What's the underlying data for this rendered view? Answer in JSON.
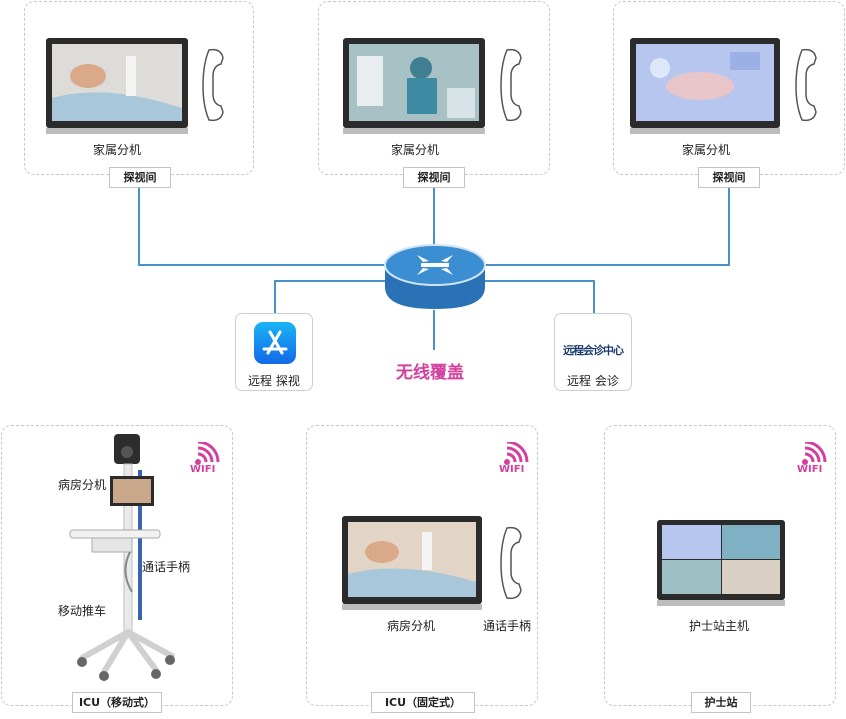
{
  "rooms": [
    {
      "monitor_label": "家属分机",
      "tag": "探视间"
    },
    {
      "monitor_label": "家属分机",
      "tag": "探视间"
    },
    {
      "monitor_label": "家属分机",
      "tag": "探视间"
    }
  ],
  "center": {
    "wireless_label": "无线覆盖"
  },
  "remote_visit": {
    "label": "远程 探视"
  },
  "remote_consult": {
    "label": "远程 会诊",
    "logo_text": "远程会诊中心"
  },
  "icu_mobile": {
    "tag": "ICU（移动式）",
    "ward_unit": "病房分机",
    "handset": "通话手柄",
    "cart": "移动推车",
    "wifi": "WIFI"
  },
  "icu_fixed": {
    "tag": "ICU（固定式）",
    "ward_unit": "病房分机",
    "handset": "通话手柄",
    "wifi": "WIFI"
  },
  "nurse_station": {
    "tag": "护士站",
    "host": "护士站主机",
    "wifi": "WIFI"
  },
  "colors": {
    "line": "#4a90c8",
    "accent": "#d43f9e",
    "router": "#3b8ed1"
  }
}
